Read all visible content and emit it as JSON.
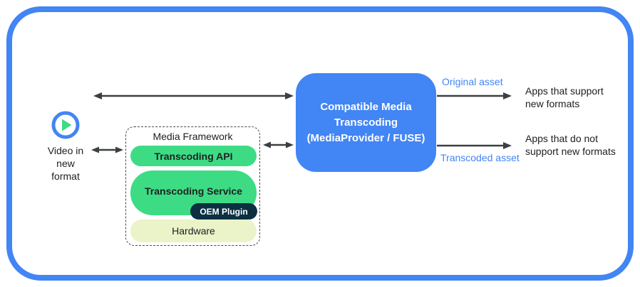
{
  "colors": {
    "frame_blue": "#4285F4",
    "android_green": "#3DDC84",
    "navy": "#0B3042",
    "pale_yellow_green": "#EBF3C8",
    "arrow_gray": "#3C4043",
    "asset_label_blue": "#4285F4"
  },
  "source": {
    "label": "Video in\nnew\nformat",
    "icon": "play-icon"
  },
  "media_framework": {
    "title": "Media Framework",
    "layers": {
      "api": "Transcoding API",
      "service": "Transcoding Service",
      "oem": "OEM Plugin",
      "hardware": "Hardware"
    }
  },
  "transcoder": {
    "label": "Compatible Media\nTranscoding\n(MediaProvider / FUSE)"
  },
  "outputs": {
    "original": {
      "asset_label": "Original asset",
      "target": "Apps that support\nnew formats"
    },
    "transcoded": {
      "asset_label": "Transcoded asset",
      "target": "Apps that do not\nsupport new formats"
    }
  }
}
